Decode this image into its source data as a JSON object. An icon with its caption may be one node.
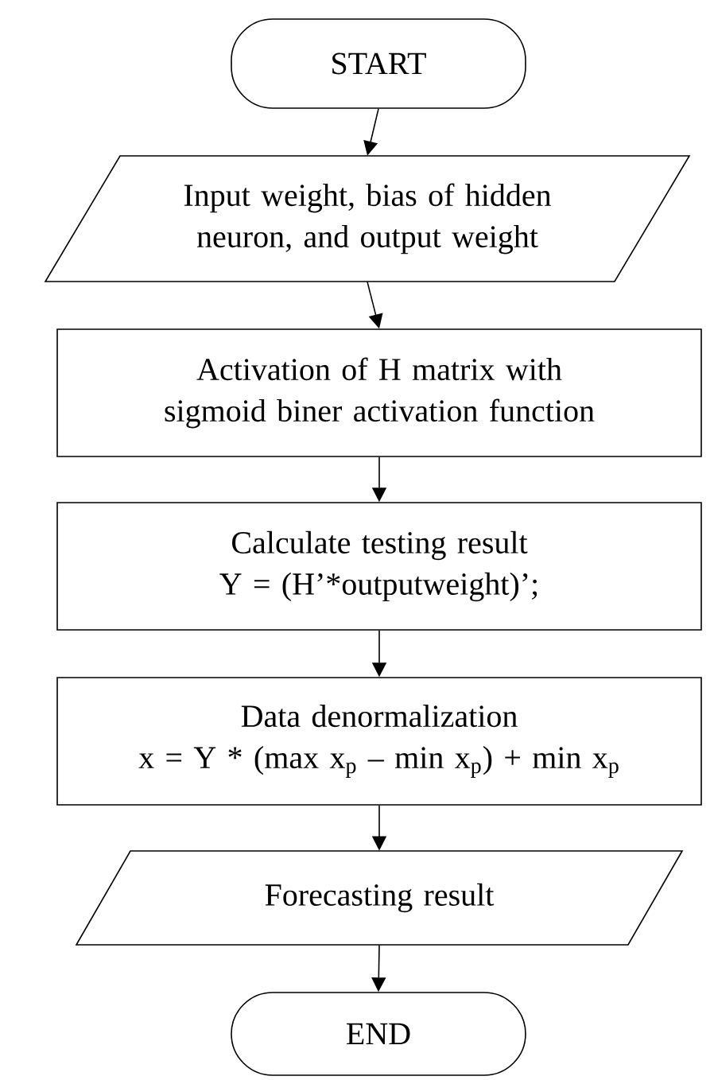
{
  "diagram": {
    "nodes": [
      {
        "text": [
          "START"
        ]
      },
      {
        "text": [
          "Input weight, bias of hidden neuron, and output weight"
        ]
      },
      {
        "text": [
          "Activation of H matrix with sigmoid biner activation function"
        ]
      },
      {
        "text": [
          "Calculate testing result",
          "Y = (H’*outputweight)’;"
        ]
      },
      {
        "text": [
          "Data denormalization",
          "x = Y * (max x$_{p}$ – min x$_{p}$) + min x$_{p}$"
        ]
      },
      {
        "text": [
          "Forecasting result"
        ]
      },
      {
        "text": [
          "END"
        ]
      }
    ],
    "edges": [
      {
        "from": 0,
        "to": 1,
        "arrow": "to"
      },
      {
        "from": 1,
        "to": 2,
        "arrow": "to"
      },
      {
        "from": 2,
        "to": 3,
        "arrow": "to"
      },
      {
        "from": 3,
        "to": 4,
        "arrow": "to"
      },
      {
        "from": 4,
        "to": 5,
        "arrow": "to"
      },
      {
        "from": 5,
        "to": 6,
        "arrow": "to"
      }
    ]
  }
}
